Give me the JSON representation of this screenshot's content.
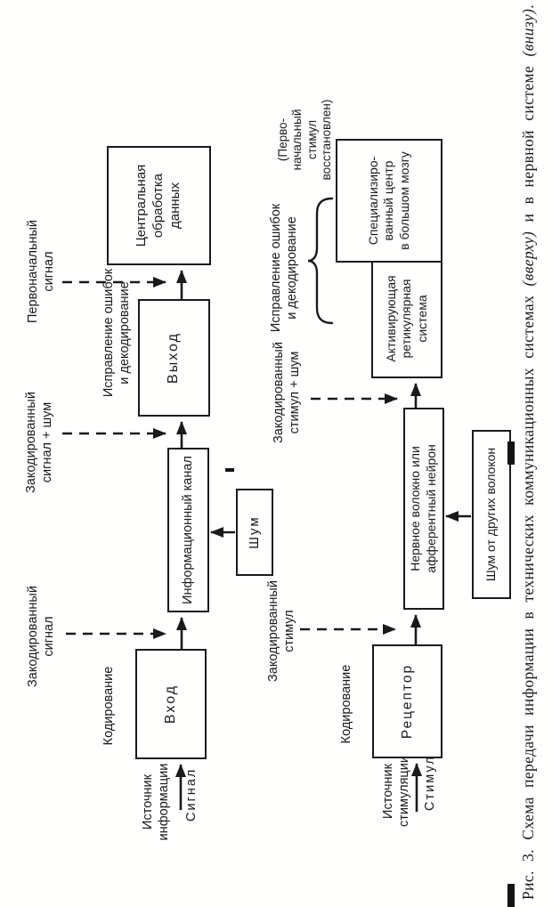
{
  "top_diagram": {
    "source": {
      "line1": "Источник",
      "line2": "информации"
    },
    "signal_label": "Сигнал",
    "encoding_label": "Кодирование",
    "input_box": "Вход",
    "encoded_signal": {
      "line1": "Закодированный",
      "line2": "сигнал"
    },
    "channel_box": "Информационный канал",
    "noise_box": "Шум",
    "encoded_signal_noise": {
      "line1": "Закодированный",
      "line2": "сигнал + шум"
    },
    "error_correction": {
      "line1": "Исправление ошибок",
      "line2": "и декодирование"
    },
    "output_box": "Выход",
    "original_signal": {
      "line1": "Первоначальный",
      "line2": "сигнал"
    },
    "processing_box": {
      "line1": "Центральная",
      "line2": "обработка",
      "line3": "данных"
    }
  },
  "bottom_diagram": {
    "source": {
      "line1": "Источник",
      "line2": "стимуляции"
    },
    "stimulus_label": "Стимул",
    "encoding_label": "Кодирование",
    "receptor_box": "Рецептор",
    "encoded_stimulus": {
      "line1": "Закодированный",
      "line2": "стимул"
    },
    "nerve_box": {
      "line1": "Нервное волокно или",
      "line2": "афферентный нейрон"
    },
    "noise_box": "Шум от других волокон",
    "encoded_stimulus_noise": {
      "line1": "Закодированный",
      "line2": "стимул + шум"
    },
    "error_correction": {
      "line1": "Исправление ошибок",
      "line2": "и декодирование"
    },
    "restored_note": {
      "line1": "(Перво-",
      "line2": "начальный",
      "line3": "стимул",
      "line4": "восстановлен)"
    },
    "reticular_box": {
      "line1": "Активирующая",
      "line2": "ретикулярная",
      "line3": "система"
    },
    "brain_box": {
      "line1": "Специализиро-",
      "line2": "ванный центр",
      "line3": "в большом мозгу"
    }
  },
  "caption": {
    "lead": "Рис. 3.",
    "text_before": "Схема передачи информации в технических коммуникационных системах",
    "italic_top": "(вверху)",
    "text_middle": "и в нервной системе",
    "italic_bottom": "(внизу)",
    "end": "."
  },
  "colors": {
    "ink": "#1a1a1a",
    "paper": "#fffffe"
  }
}
